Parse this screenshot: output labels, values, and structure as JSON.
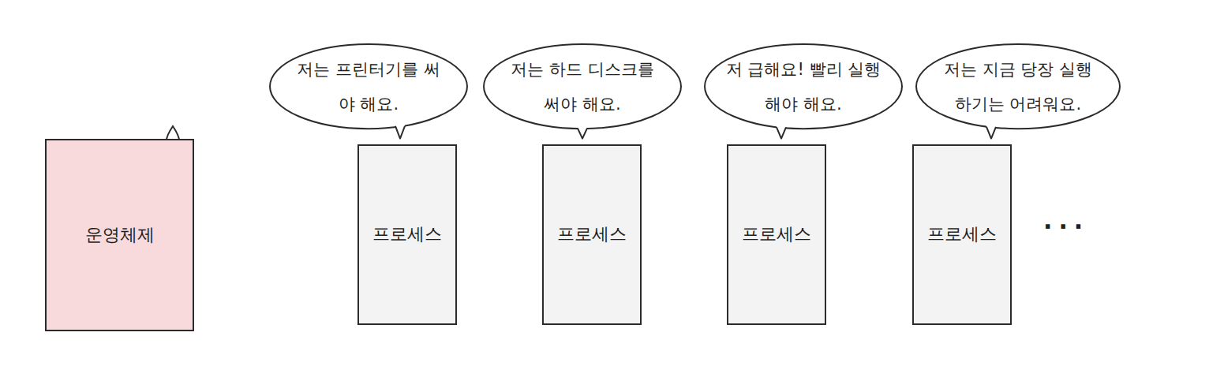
{
  "diagram": {
    "nodes": [
      {
        "text": [
          "운영체제"
        ]
      },
      {
        "text": [
          "저는 프린터기를 써야 해요."
        ]
      },
      {
        "text": [
          "프로세스"
        ]
      },
      {
        "text": [
          "저는 하드 디스크를 써야 해요."
        ]
      },
      {
        "text": [
          "프로세스"
        ]
      },
      {
        "text": [
          "저 급해요! 빨리 실행해야 해요."
        ]
      },
      {
        "text": [
          "프로세스"
        ]
      },
      {
        "text": [
          "저는 지금 당장 실행하기는 어려워요."
        ]
      },
      {
        "text": [
          "프로세스"
        ]
      }
    ],
    "edges": [],
    "labels": [
      "..."
    ]
  }
}
